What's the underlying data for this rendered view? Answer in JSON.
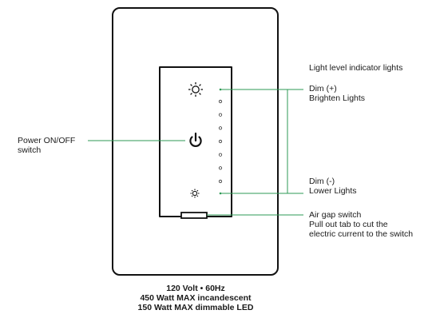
{
  "labels": {
    "indicator": "Light level indicator lights",
    "dim_plus_1": "Dim (+)",
    "dim_plus_2": "Brighten Lights",
    "power_1": "Power ON/OFF",
    "power_2": "switch",
    "dim_minus_1": "Dim (-)",
    "dim_minus_2": "Lower Lights",
    "airgap_1": "Air gap switch",
    "airgap_2": "Pull out tab to cut the",
    "airgap_3": "electric current to the switch"
  },
  "specs": [
    "120 Volt • 60Hz",
    "450 Watt MAX incandescent",
    "150 Watt MAX dimmable LED"
  ],
  "colors": {
    "leader": "#2e9a55",
    "outline": "#111111"
  },
  "icons": [
    "sun-large-icon",
    "power-icon",
    "sun-small-icon"
  ],
  "indicator_light_count": 7
}
